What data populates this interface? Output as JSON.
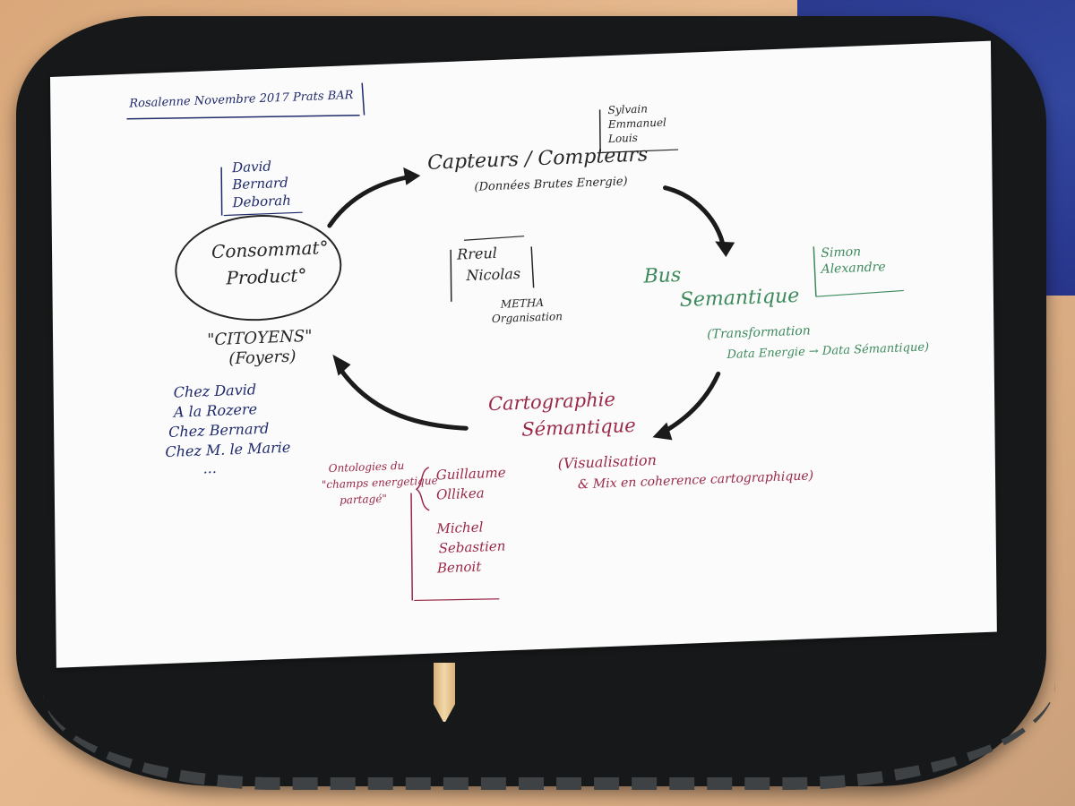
{
  "header": {
    "title": "Rosalenne Novembre 2017 Prats BAR"
  },
  "consumers": {
    "team": [
      "David",
      "Bernard",
      "Deborah"
    ],
    "circle_line1": "Consommat°",
    "circle_line2": "Product°",
    "citizens": "\"CITOYENS\"",
    "homes": "(Foyers)",
    "places": [
      "Chez David",
      "A la Rozere",
      "Chez Bernard",
      "Chez M. le Marie",
      "..."
    ]
  },
  "sensors": {
    "team": [
      "Sylvain",
      "Emmanuel",
      "Louis"
    ],
    "title": "Capteurs / Compteurs",
    "subtitle": "(Données Brutes Energie)"
  },
  "meta": {
    "team": [
      "Rreul",
      "Nicolas"
    ],
    "label_line1": "METHA",
    "label_line2": "Organisation"
  },
  "bus": {
    "team": [
      "Simon",
      "Alexandre"
    ],
    "title_line1": "Bus",
    "title_line2": "Semantique",
    "desc_line1": "(Transformation",
    "desc_line2": "Data Energie → Data Sémantique)"
  },
  "carto": {
    "title_line1": "Cartographie",
    "title_line2": "Sémantique",
    "desc_line1": "(Visualisation",
    "desc_line2": "& Mix en coherence cartographique)",
    "ontology_line1": "Ontologies du",
    "ontology_line2": "\"champs energetique",
    "ontology_line3": "partagé\"",
    "team": [
      "Guillaume",
      "Ollikea",
      "Michel",
      "Sebastien",
      "Benoit"
    ]
  },
  "colors": {
    "blue_ink": "#1f2a6b",
    "black_ink": "#262626",
    "green_ink": "#3c8a5c",
    "red_ink": "#9a2948"
  }
}
